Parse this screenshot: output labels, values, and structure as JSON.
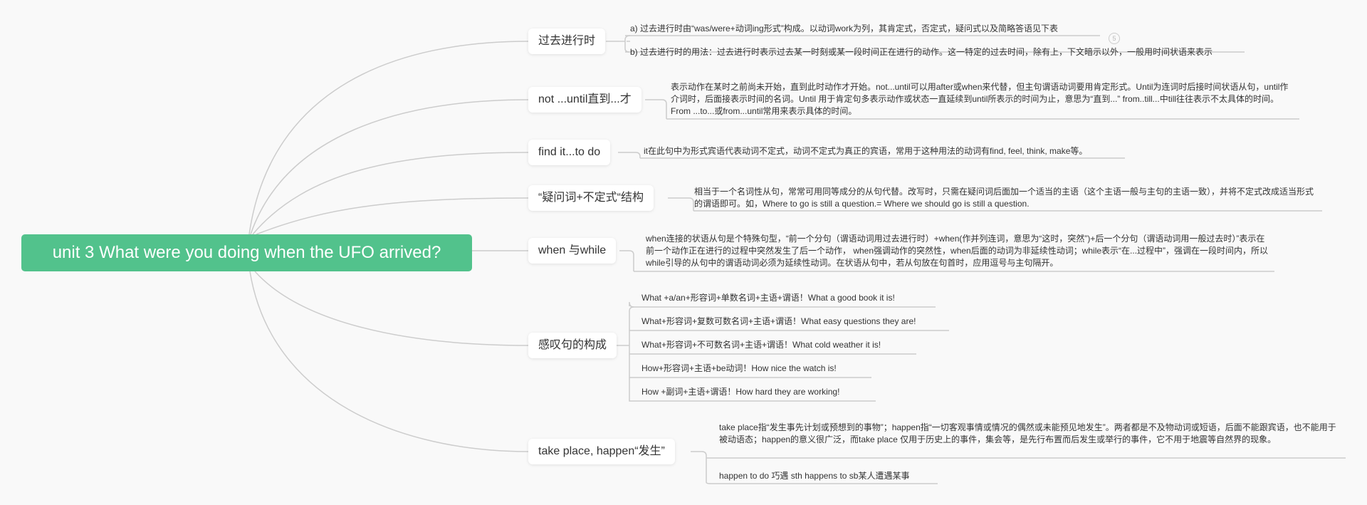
{
  "root": {
    "title": "unit 3 What were you doing when the UFO arrived?"
  },
  "colors": {
    "root_bg": "#52c28c",
    "background": "#f9f9f9",
    "line": "#cccccc",
    "topic_bg": "#ffffff"
  },
  "branches": [
    {
      "label": "过去进行时",
      "collapsed_count": "5",
      "leaves": [
        "a) 过去进行时由“was/were+动词ing形式”构成。以动词work为列，其肯定式，否定式，疑问式以及简略答语见下表",
        "b) 过去进行时的用法：过去进行时表示过去某一时刻或某一段时间正在进行的动作。这一特定的过去时间，除有上，下文暗示以外，一般用时间状语来表示"
      ]
    },
    {
      "label": "not ...until直到...才",
      "leaves": [
        "表示动作在某时之前尚未开始，直到此时动作才开始。not...until可以用after或when来代替，但主句谓语动词要用肯定形式。Until为连词时后接时间状语从句，until作介词时，后面接表示时间的名词。Until 用于肯定句多表示动作或状态一直延续到until所表示的时间为止，意思为“直到...” from..till...中till往往表示不太具体的时间。From ...to...或from...until常用来表示具体的时间。"
      ]
    },
    {
      "label": "find it...to do",
      "leaves": [
        "it在此句中为形式宾语代表动词不定式，动词不定式为真正的宾语，常用于这种用法的动词有find, feel, think, make等。"
      ]
    },
    {
      "label": "“疑问词+不定式“结构",
      "leaves": [
        "相当于一个名词性从句，常常可用同等成分的从句代替。改写时，只需在疑问词后面加一个适当的主语（这个主语一般与主句的主语一致），并将不定式改成适当形式的谓语即可。如，Where to go is still a question.= Where we should go is still a question."
      ]
    },
    {
      "label": "when 与while",
      "leaves": [
        "when连接的状语从句是个特殊句型，“前一个分句（谓语动词用过去进行时）+when(作并列连词，意思为“这时，突然”)+后一个分句（谓语动词用一般过去时）”表示在前一个动作正在进行的过程中突然发生了后一个动作， when强调动作的突然性，when后面的动词为非延续性动词；while表示“在...过程中”，强调在一段时间内，所以while引导的从句中的谓语动词必须为延续性动词。在状语从句中，若从句放在句首时，应用逗号与主句隔开。"
      ]
    },
    {
      "label": "感叹句的构成",
      "leaves": [
        "What +a/an+形容词+单数名词+主语+谓语！What a good book it is!",
        "What+形容词+复数可数名词+主语+谓语！What easy questions they are!",
        "What+形容词+不可数名词+主语+谓语！What cold weather it is!",
        "How+形容词+主语+be动词！How nice the watch is!",
        "How +副词+主语+谓语！How hard they are working!"
      ]
    },
    {
      "label": "take place, happen“发生”",
      "leaves": [
        "take place指“发生事先计划或预想到的事物”；happen指“一切客观事情或情况的偶然或未能预见地发生”。两者都是不及物动词或短语，后面不能跟宾语，也不能用于被动语态；happen的意义很广泛，而take place 仅用于历史上的事件，集会等，是先行布置而后发生或举行的事件，它不用于地震等自然界的现象。",
        "happen to do 巧遇 sth happens to sb某人遭遇某事"
      ]
    }
  ]
}
